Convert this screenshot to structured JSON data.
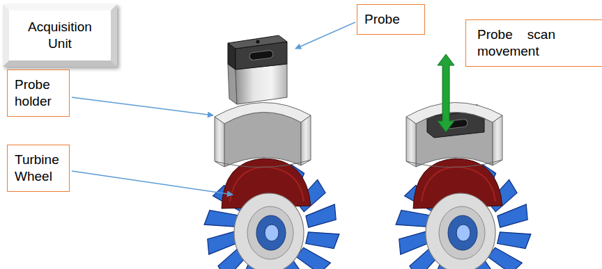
{
  "diagram": {
    "nodes": [
      {
        "text": [
          "Acquisition Unit"
        ]
      },
      {
        "text": [
          "Probe"
        ]
      },
      {
        "text": [
          "Probe scan movement"
        ]
      },
      {
        "text": [
          "Probe holder"
        ]
      },
      {
        "text": [
          "Turbine Wheel"
        ]
      }
    ]
  }
}
